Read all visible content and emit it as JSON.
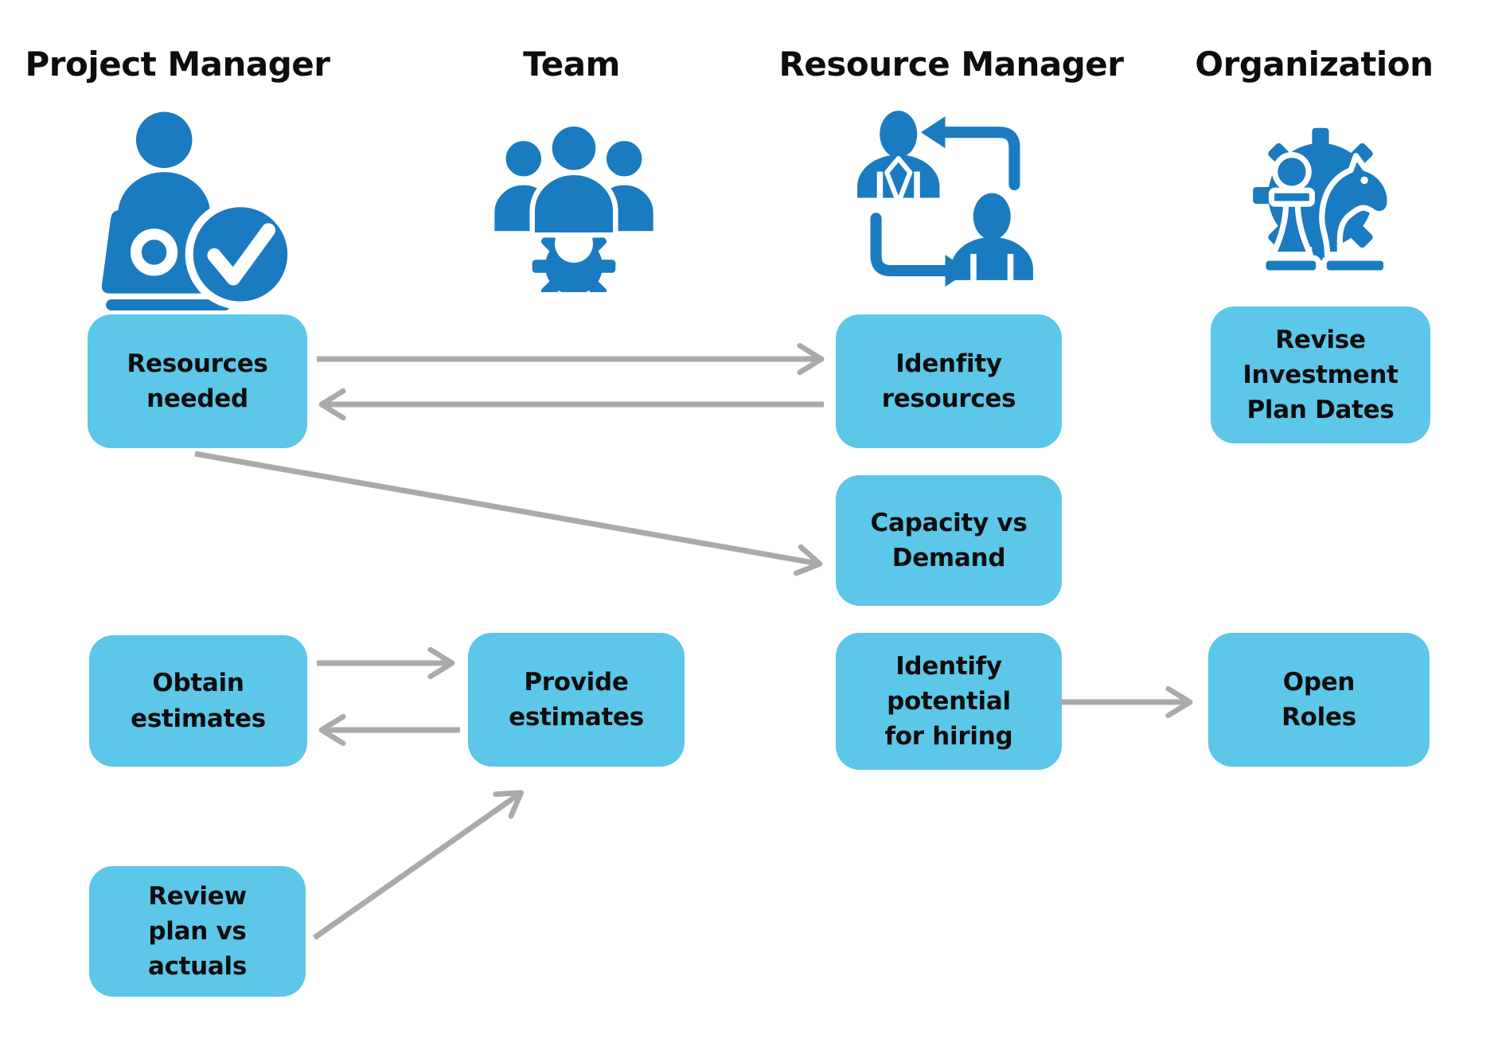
{
  "colors": {
    "icon_blue": "#1a7bc0",
    "box_blue": "#5cc7e8",
    "arrow_gray": "#aaaaaa",
    "text": "#0d0d0d",
    "background": "#ffffff"
  },
  "columns": [
    {
      "id": "project_manager",
      "title": "Project Manager",
      "icon": "person-at-laptop-check-icon"
    },
    {
      "id": "team",
      "title": "Team",
      "icon": "team-over-gear-icon"
    },
    {
      "id": "resource_manager",
      "title": "Resource Manager",
      "icon": "people-exchange-cycle-icon"
    },
    {
      "id": "organization",
      "title": "Organization",
      "icon": "chess-pieces-gear-icon"
    }
  ],
  "boxes": {
    "resources_needed": "Resources\nneeded",
    "idenfity_resources": "Idenfity\nresources",
    "revise_investment_plan_dates": "Revise\nInvestment\nPlan Dates",
    "capacity_vs_demand": "Capacity vs\nDemand",
    "obtain_estimates": "Obtain\nestimates",
    "provide_estimates": "Provide\nestimates",
    "identify_potential_for_hiring": "Identify\npotential\nfor hiring",
    "open_roles": "Open\nRoles",
    "review_plan_vs_actuals": "Review\nplan vs\nactuals"
  },
  "arrows": [
    {
      "id": "resources-to-idenfity",
      "from": "resources_needed",
      "to": "idenfity_resources"
    },
    {
      "id": "idenfity-to-resources",
      "from": "idenfity_resources",
      "to": "resources_needed"
    },
    {
      "id": "resources-to-capacity",
      "from": "resources_needed",
      "to": "capacity_vs_demand"
    },
    {
      "id": "obtain-to-provide",
      "from": "obtain_estimates",
      "to": "provide_estimates"
    },
    {
      "id": "provide-to-obtain",
      "from": "provide_estimates",
      "to": "obtain_estimates"
    },
    {
      "id": "review-to-provide",
      "from": "review_plan_vs_actuals",
      "to": "provide_estimates"
    },
    {
      "id": "hiring-to-open-roles",
      "from": "identify_potential_for_hiring",
      "to": "open_roles"
    }
  ]
}
